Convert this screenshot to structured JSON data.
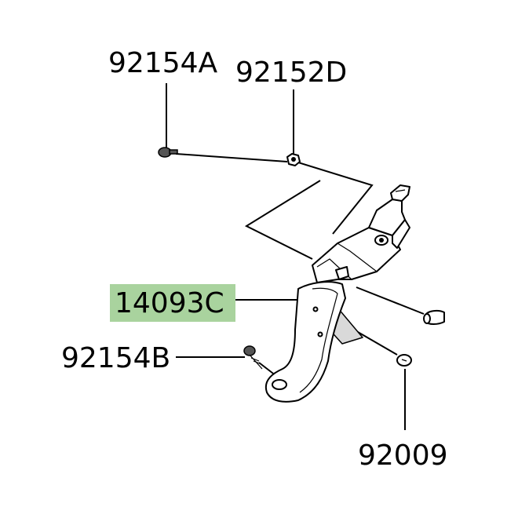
{
  "labels": {
    "screw_top": "92154A",
    "nut_top": "92152D",
    "bracket": "14093C",
    "screw_left": "92154B",
    "grommet_bottom": "92009"
  },
  "colors": {
    "highlight": "#a9d39e",
    "line": "#000000",
    "shade": "#d9d9d9"
  }
}
